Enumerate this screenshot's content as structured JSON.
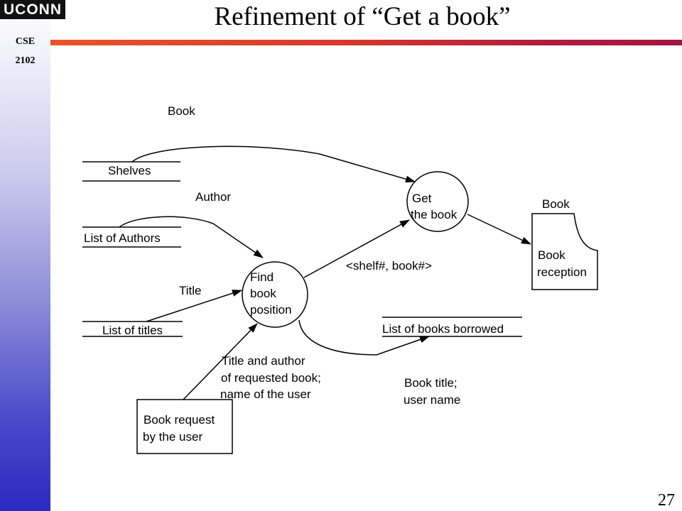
{
  "header": {
    "logo_text": "UCONN",
    "course_line1": "CSE",
    "course_line2": "2102",
    "title": "Refinement of “Get a book”"
  },
  "slide_number": "27",
  "diagram": {
    "stores": {
      "shelves": "Shelves",
      "authors": "List of Authors",
      "titles": "List of titles",
      "borrowed": "List of books borrowed"
    },
    "processes": {
      "get_book": [
        "Get",
        "the book"
      ],
      "find_position": [
        "Find",
        "book",
        "position"
      ]
    },
    "entities": {
      "request": [
        "Book request",
        "by the user"
      ]
    },
    "document": {
      "label_top": "Book",
      "lines": [
        "Book",
        "reception"
      ]
    },
    "flows": {
      "book": "Book",
      "author": "Author",
      "title": "Title",
      "shelf_book": "<shelf#, book#>",
      "title_author": [
        "Title and author",
        "of requested book;",
        "name of the user"
      ],
      "book_title_user": [
        "Book title;",
        "user name"
      ]
    }
  },
  "colors": {
    "accent_bar": "#d83a2e",
    "sidebar_bottom": "#2a2ac0"
  }
}
